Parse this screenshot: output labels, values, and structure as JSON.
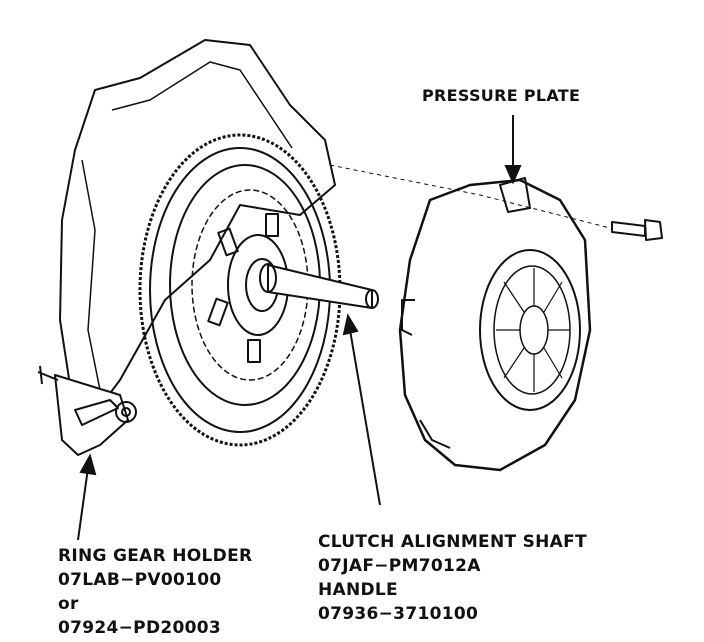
{
  "labels": {
    "pressure_plate": "PRESSURE PLATE",
    "ring_gear_holder": {
      "title": "RING GEAR HOLDER",
      "part1": "07LAB−PV00100",
      "or": "or",
      "part2": "07924−PD20003"
    },
    "clutch_alignment_shaft": {
      "title": "CLUTCH ALIGNMENT SHAFT",
      "part": "07JAF−PM7012A",
      "handle": "HANDLE",
      "handle_part": "07936−3710100"
    }
  },
  "colors": {
    "ink": "#111111",
    "paper": "#ffffff"
  }
}
